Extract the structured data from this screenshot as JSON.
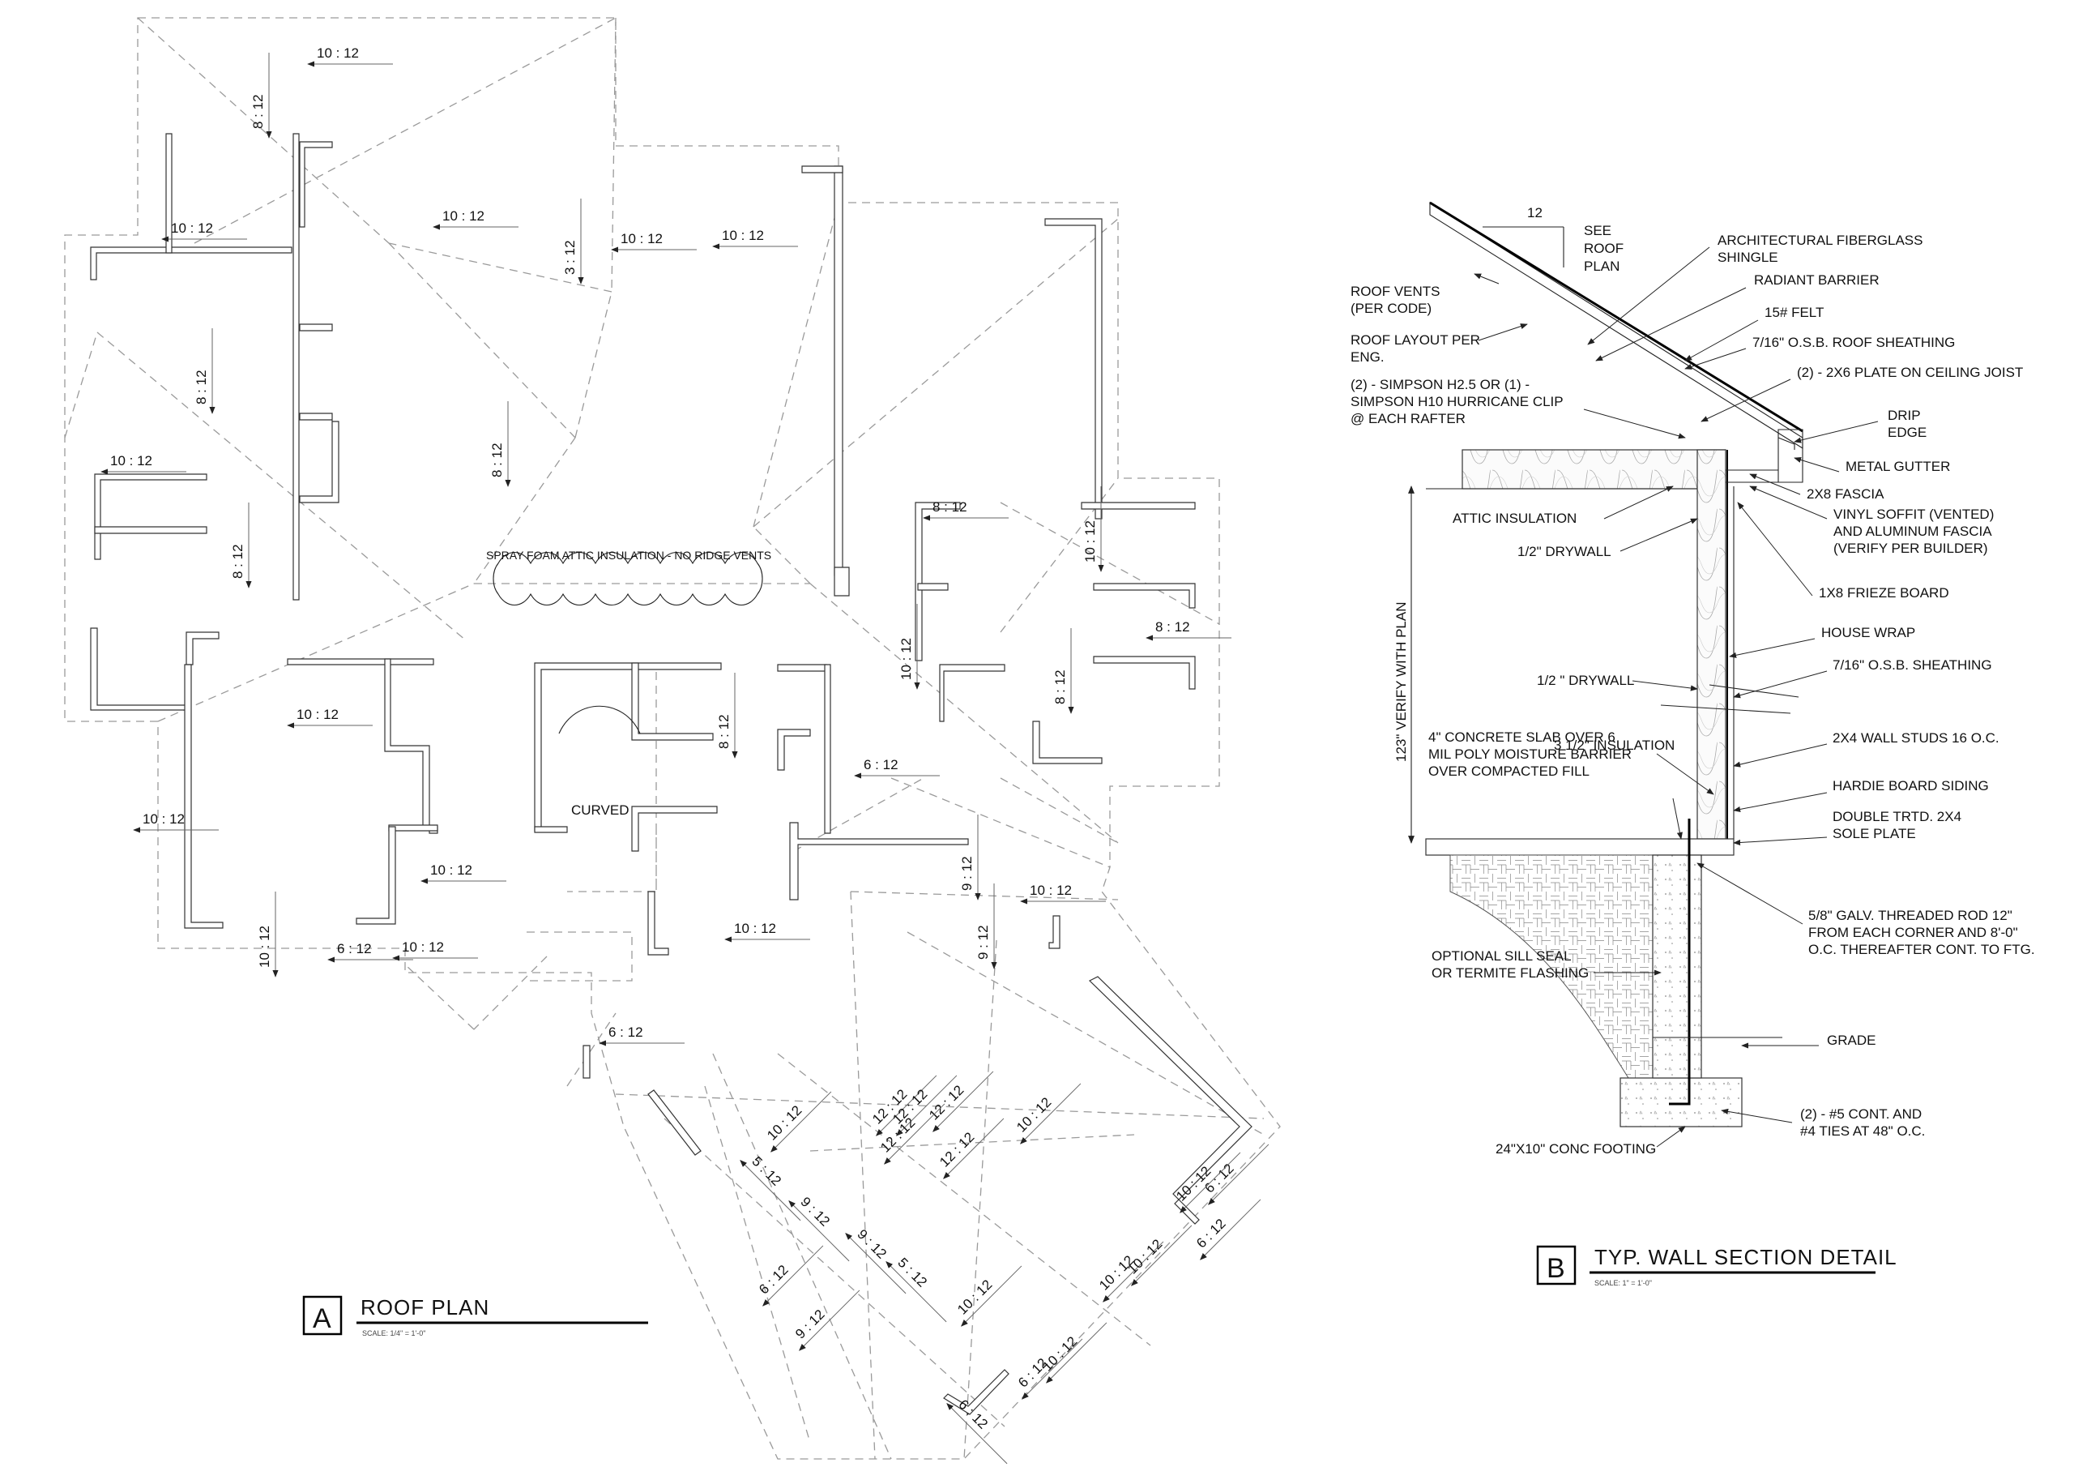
{
  "roof_plan": {
    "tag": "A",
    "title": "ROOF PLAN",
    "scale": "SCALE: 1/4\" = 1'-0\"",
    "note": "SPRAY FOAM ATTIC INSULATION - NO RIDGE VENTS",
    "curved_label": "CURVED",
    "pitches": [
      "10 : 12",
      "8 : 12",
      "10 : 12",
      "10 : 12",
      "3 : 12",
      "10 : 12",
      "10 : 12",
      "8 : 12",
      "10 : 12",
      "8 : 12",
      "8 : 12",
      "10 : 12",
      "8 : 12",
      "10 : 12",
      "10 : 12",
      "8 : 12",
      "8 : 12",
      "8 : 12",
      "10 : 12",
      "6 : 12",
      "10 : 12",
      "10 : 12",
      "6 : 12",
      "10 : 12",
      "10 : 12",
      "9 : 12",
      "6 : 12",
      "9 : 12",
      "10 : 12",
      "6 : 12",
      "6 : 12",
      "10 : 12",
      "12 : 12",
      "12 : 12",
      "12 : 12",
      "12 : 12",
      "12 : 12",
      "10 : 12",
      "5 : 12",
      "9 : 12",
      "9 : 12",
      "5 : 12",
      "6 : 12",
      "9 : 12",
      "10 : 12",
      "10 : 12",
      "6 : 12",
      "10 : 12",
      "6 : 12",
      "10 : 12",
      "10 : 12"
    ]
  },
  "wall_section": {
    "tag": "B",
    "title": "TYP. WALL SECTION DETAIL",
    "scale": "SCALE: 1\" = 1'-0\"",
    "slope_number": "12",
    "see_roof_plan": [
      "SEE",
      "ROOF",
      "PLAN"
    ],
    "dimension": "123\" VERIFY WITH PLAN",
    "left_notes": [
      [
        "ROOF VENTS",
        "(PER CODE)"
      ],
      [
        "ROOF LAYOUT PER",
        "ENG."
      ],
      [
        "(2) - SIMPSON H2.5 OR (1) -",
        "SIMPSON H10 HURRICANE CLIP",
        "@ EACH RAFTER"
      ],
      [
        "ATTIC INSULATION"
      ],
      [
        "1/2\" DRYWALL"
      ],
      [
        "1/2 \" DRYWALL"
      ],
      [
        "3 1/2\" INSULATION"
      ],
      [
        "4\" CONCRETE SLAB OVER 6",
        "MIL POLY MOISTURE BARRIER",
        "OVER COMPACTED FILL"
      ],
      [
        "OPTIONAL SILL SEAL",
        "OR TERMITE FLASHING"
      ],
      [
        "24\"X10\" CONC FOOTING"
      ]
    ],
    "right_notes": [
      [
        "ARCHITECTURAL FIBERGLASS",
        "SHINGLE"
      ],
      [
        "RADIANT BARRIER"
      ],
      [
        "15# FELT"
      ],
      [
        "7/16\" O.S.B. ROOF SHEATHING"
      ],
      [
        "(2) - 2X6 PLATE ON CEILING JOIST"
      ],
      [
        "DRIP",
        "EDGE"
      ],
      [
        "METAL GUTTER"
      ],
      [
        "2X8 FASCIA"
      ],
      [
        "VINYL SOFFIT (VENTED)",
        "AND ALUMINUM FASCIA",
        "(VERIFY PER BUILDER)"
      ],
      [
        "1X8 FRIEZE BOARD"
      ],
      [
        "HOUSE WRAP"
      ],
      [
        "7/16\" O.S.B. SHEATHING"
      ],
      [
        "2X4 WALL STUDS 16 O.C."
      ],
      [
        "HARDIE BOARD SIDING"
      ],
      [
        "DOUBLE TRTD. 2X4",
        "SOLE PLATE"
      ],
      [
        "5/8\" GALV. THREADED ROD 12\"",
        "FROM EACH CORNER AND 8'-0\"",
        "O.C. THEREAFTER CONT. TO FTG."
      ],
      [
        "GRADE"
      ],
      [
        "(2) - #5 CONT. AND",
        "#4 TIES AT 48\" O.C."
      ]
    ]
  }
}
